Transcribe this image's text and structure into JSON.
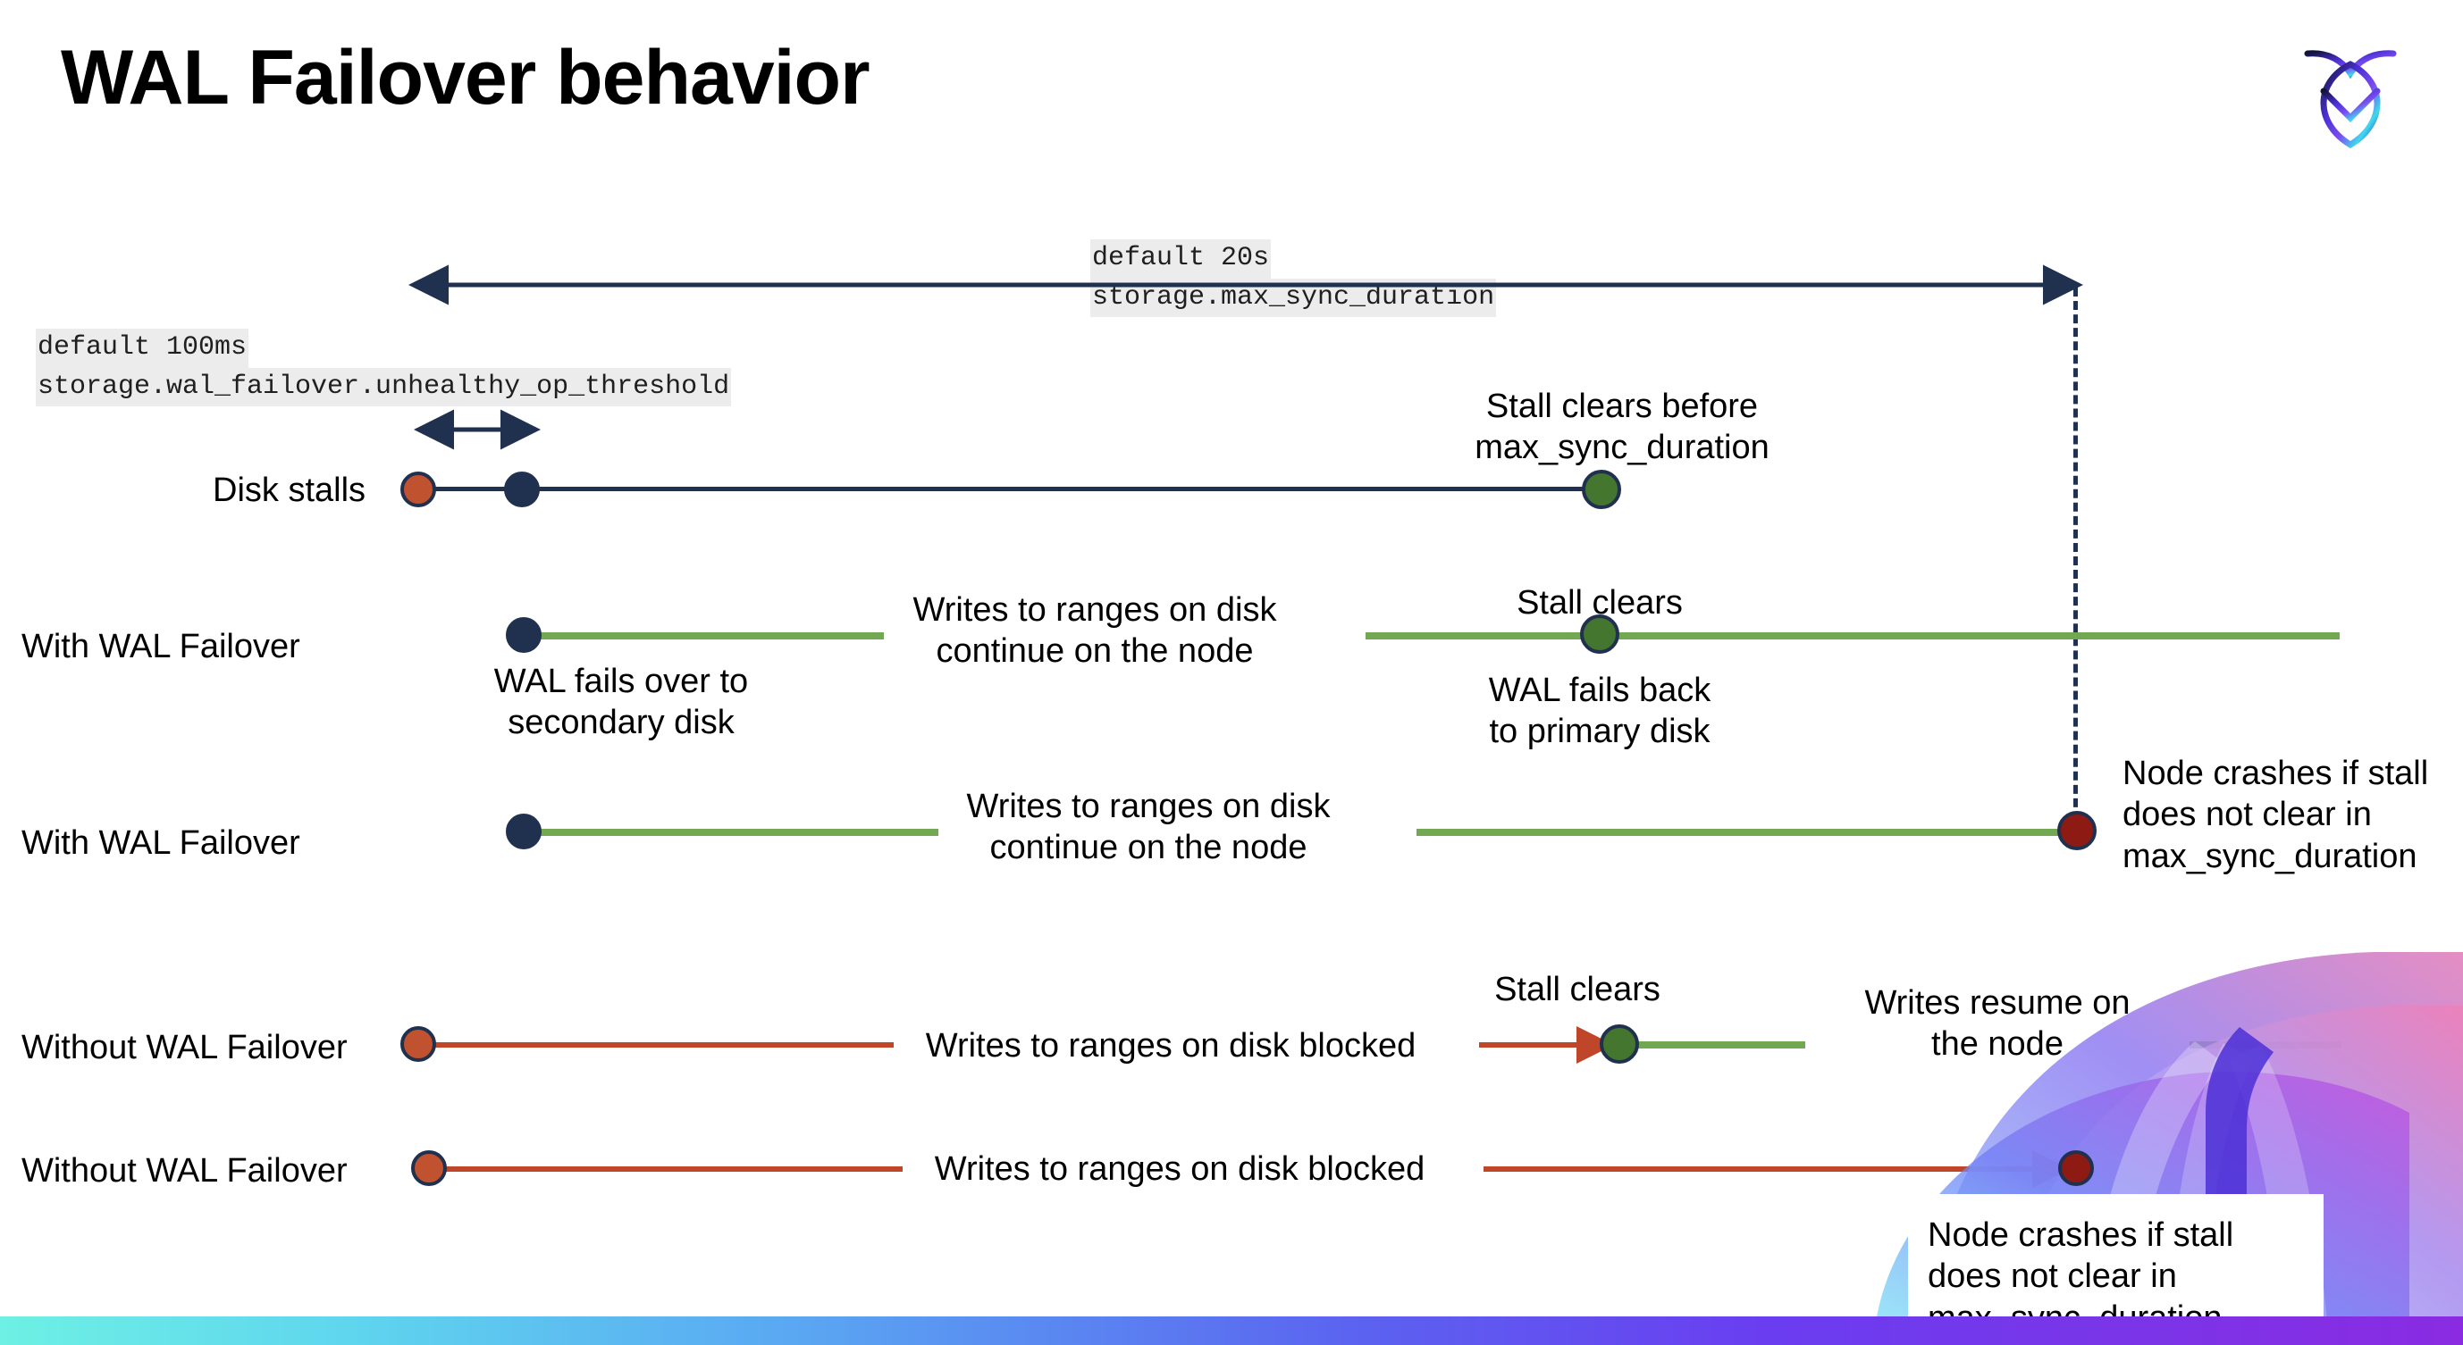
{
  "slide": {
    "title": "WAL Failover behavior",
    "logo_icon": "cockroachdb-logo-icon",
    "accent_navy": "#20304f",
    "accent_green": "#72a852",
    "accent_red": "#c0462a",
    "dot_orange": "#c0522f",
    "dot_green": "#44762f",
    "dot_darkred": "#8e1b13",
    "bottom_bar_gradient": "#6ef0e4 to #8a2be2"
  },
  "annotations": {
    "max_sync": {
      "default_line": "default 20s",
      "setting_line": "storage.max_sync_duration"
    },
    "unhealthy_op": {
      "default_line": "default 100ms",
      "setting_line": "storage.wal_failover.unhealthy_op_threshold"
    }
  },
  "rows": [
    {
      "id": "disk-stalls",
      "label": "Disk stalls",
      "notes": [
        {
          "id": "stall-clears-before",
          "text": "Stall clears before\nmax_sync_duration"
        }
      ]
    },
    {
      "id": "with-wal-failover-1",
      "label": "With WAL Failover",
      "notes": [
        {
          "id": "wal-fails-over",
          "text": "WAL fails over to\nsecondary disk"
        },
        {
          "id": "writes-continue-1",
          "text": "Writes to ranges on disk\ncontinue on the node"
        },
        {
          "id": "stall-clears-1",
          "text": "Stall clears"
        },
        {
          "id": "wal-fails-back",
          "text": "WAL fails  back\nto primary disk"
        }
      ]
    },
    {
      "id": "with-wal-failover-2",
      "label": "With WAL Failover",
      "notes": [
        {
          "id": "writes-continue-2",
          "text": "Writes to ranges on disk\ncontinue on the node"
        },
        {
          "id": "node-crashes-1",
          "text": "Node crashes if stall\ndoes not clear in\nmax_sync_duration"
        }
      ]
    },
    {
      "id": "without-wal-failover-1",
      "label": "Without WAL Failover",
      "notes": [
        {
          "id": "writes-blocked-1",
          "text": "Writes to ranges on disk  blocked"
        },
        {
          "id": "stall-clears-2",
          "text": "Stall clears"
        },
        {
          "id": "writes-resume",
          "text": "Writes resume on\nthe node"
        }
      ]
    },
    {
      "id": "without-wal-failover-2",
      "label": "Without WAL Failover",
      "notes": [
        {
          "id": "writes-blocked-2",
          "text": "Writes to ranges on disk  blocked"
        },
        {
          "id": "node-crashes-2",
          "text": "Node crashes if stall\ndoes not clear in\nmax_sync_duration"
        }
      ]
    }
  ]
}
